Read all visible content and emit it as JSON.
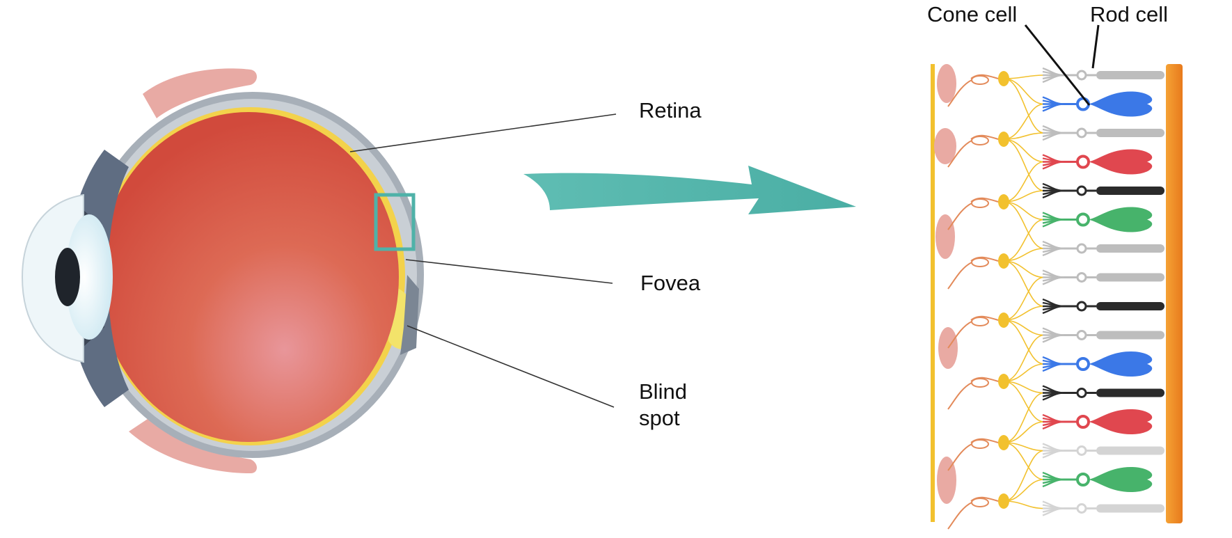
{
  "labels": {
    "retina": "Retina",
    "fovea": "Fovea",
    "blind_spot_line1": "Blind",
    "blind_spot_line2": "spot",
    "cone_cell": "Cone cell",
    "rod_cell": "Rod cell"
  },
  "colors": {
    "eyeball": "#d9574a",
    "sclera": "#9aa3ad",
    "retina_layer": "#f3d24b",
    "iris": "#2a2f36",
    "cornea": "#dff4fa",
    "muscle": "#e6a5a0",
    "arrow": "#55b7ad",
    "cone_blue": "#3b78e7",
    "cone_red": "#e0474f",
    "cone_green": "#47b36b",
    "rod_gray": "#bdbdbd",
    "rod_dark": "#2b2b2b",
    "pigment": "#f08a24",
    "bipolar": "#f2c12e"
  },
  "photoreceptors": [
    {
      "kind": "rod",
      "shade": "gray"
    },
    {
      "kind": "cone",
      "shade": "blue"
    },
    {
      "kind": "rod",
      "shade": "gray"
    },
    {
      "kind": "cone",
      "shade": "red"
    },
    {
      "kind": "rod",
      "shade": "dark"
    },
    {
      "kind": "cone",
      "shade": "green"
    },
    {
      "kind": "rod",
      "shade": "gray"
    },
    {
      "kind": "rod",
      "shade": "gray"
    },
    {
      "kind": "rod",
      "shade": "dark"
    },
    {
      "kind": "rod",
      "shade": "gray"
    },
    {
      "kind": "cone",
      "shade": "blue"
    },
    {
      "kind": "rod",
      "shade": "dark"
    },
    {
      "kind": "cone",
      "shade": "red"
    },
    {
      "kind": "rod",
      "shade": "light"
    },
    {
      "kind": "cone",
      "shade": "green"
    },
    {
      "kind": "rod",
      "shade": "light"
    }
  ]
}
